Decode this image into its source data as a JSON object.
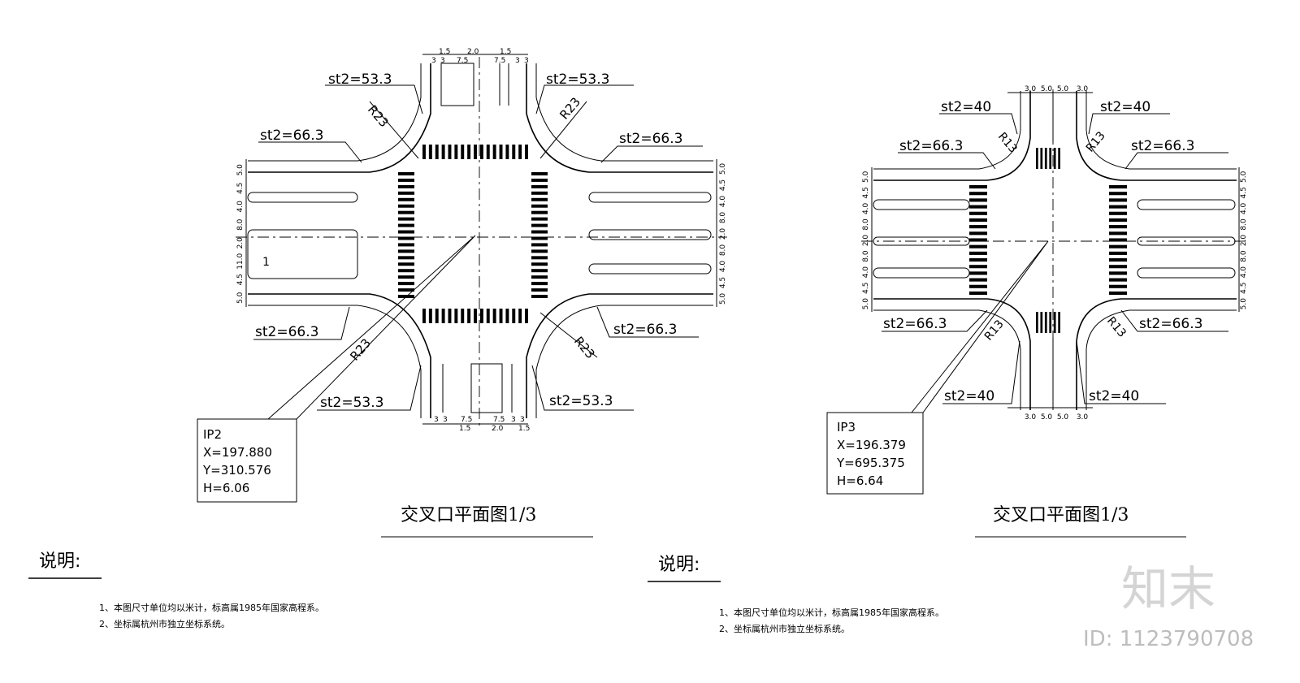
{
  "left": {
    "dims_top_upper": [
      "1.5",
      "2.0",
      "1.5"
    ],
    "dims_top_lower": [
      "3",
      "3",
      "7.5",
      "7.5",
      "3",
      "3"
    ],
    "dims_bottom_upper": [
      "3",
      "3",
      "7.5",
      "7.5",
      "3",
      "3"
    ],
    "dims_bottom_lower": [
      "1.5",
      "2.0",
      "1.5"
    ],
    "dims_left": [
      "5.0",
      "4.5",
      "4.0",
      "8.0",
      "2.0",
      "11.0",
      "4.5",
      "5.0"
    ],
    "dims_right": [
      "5.0",
      "4.5",
      "4.0",
      "8.0",
      "2.0",
      "8.0",
      "4.0",
      "4.5",
      "5.0"
    ],
    "st_top_left": "st2=53.3",
    "st_top_right": "st2=53.3",
    "st_left_upper": "st2=66.3",
    "st_right_upper": "st2=66.3",
    "st_left_lower": "st2=66.3",
    "st_right_lower": "st2=66.3",
    "st_bottom_left": "st2=53.3",
    "st_bottom_right": "st2=53.3",
    "r_nw": "R23",
    "r_ne": "R23",
    "r_sw": "R23",
    "r_se": "R23",
    "lane_mark": "1",
    "ip_name": "IP2",
    "ip_x": "X=197.880",
    "ip_y": "Y=310.576",
    "ip_h": "H=6.06",
    "title": "交叉口平面图1/3"
  },
  "right": {
    "dims_top": [
      "3.0",
      "5.0",
      "5.0",
      "3.0"
    ],
    "dims_bottom": [
      "3.0",
      "5.0",
      "5.0",
      "3.0"
    ],
    "dims_left": [
      "5.0",
      "4.5",
      "4.0",
      "8.0",
      "2.0",
      "8.0",
      "4.0",
      "4.5",
      "5.0"
    ],
    "dims_right": [
      "5.0",
      "4.5",
      "4.0",
      "8.0",
      "2.0",
      "8.0",
      "4.0",
      "4.5",
      "5.0"
    ],
    "st_top_left": "st2=40",
    "st_top_right": "st2=40",
    "st_left_upper": "st2=66.3",
    "st_right_upper": "st2=66.3",
    "st_left_lower": "st2=66.3",
    "st_right_lower": "st2=66.3",
    "st_bottom_left": "st2=40",
    "st_bottom_right": "st2=40",
    "r_nw": "R13",
    "r_ne": "R13",
    "r_sw": "R13",
    "r_se": "R13",
    "ip_name": "IP3",
    "ip_x": "X=196.379",
    "ip_y": "Y=695.375",
    "ip_h": "H=6.64",
    "title": "交叉口平面图1/3"
  },
  "notes_left": {
    "heading": "说明:",
    "line1": "1、本图尺寸单位均以米计，标高属1985年国家高程系。",
    "line2": "2、坐标属杭州市独立坐标系统。"
  },
  "notes_right": {
    "heading": "说明:",
    "line1": "1、本图尺寸单位均以米计，标高属1985年国家高程系。",
    "line2": "2、坐标属杭州市独立坐标系统。"
  },
  "watermark": {
    "brand": "知末",
    "id": "ID: 1123790708"
  }
}
